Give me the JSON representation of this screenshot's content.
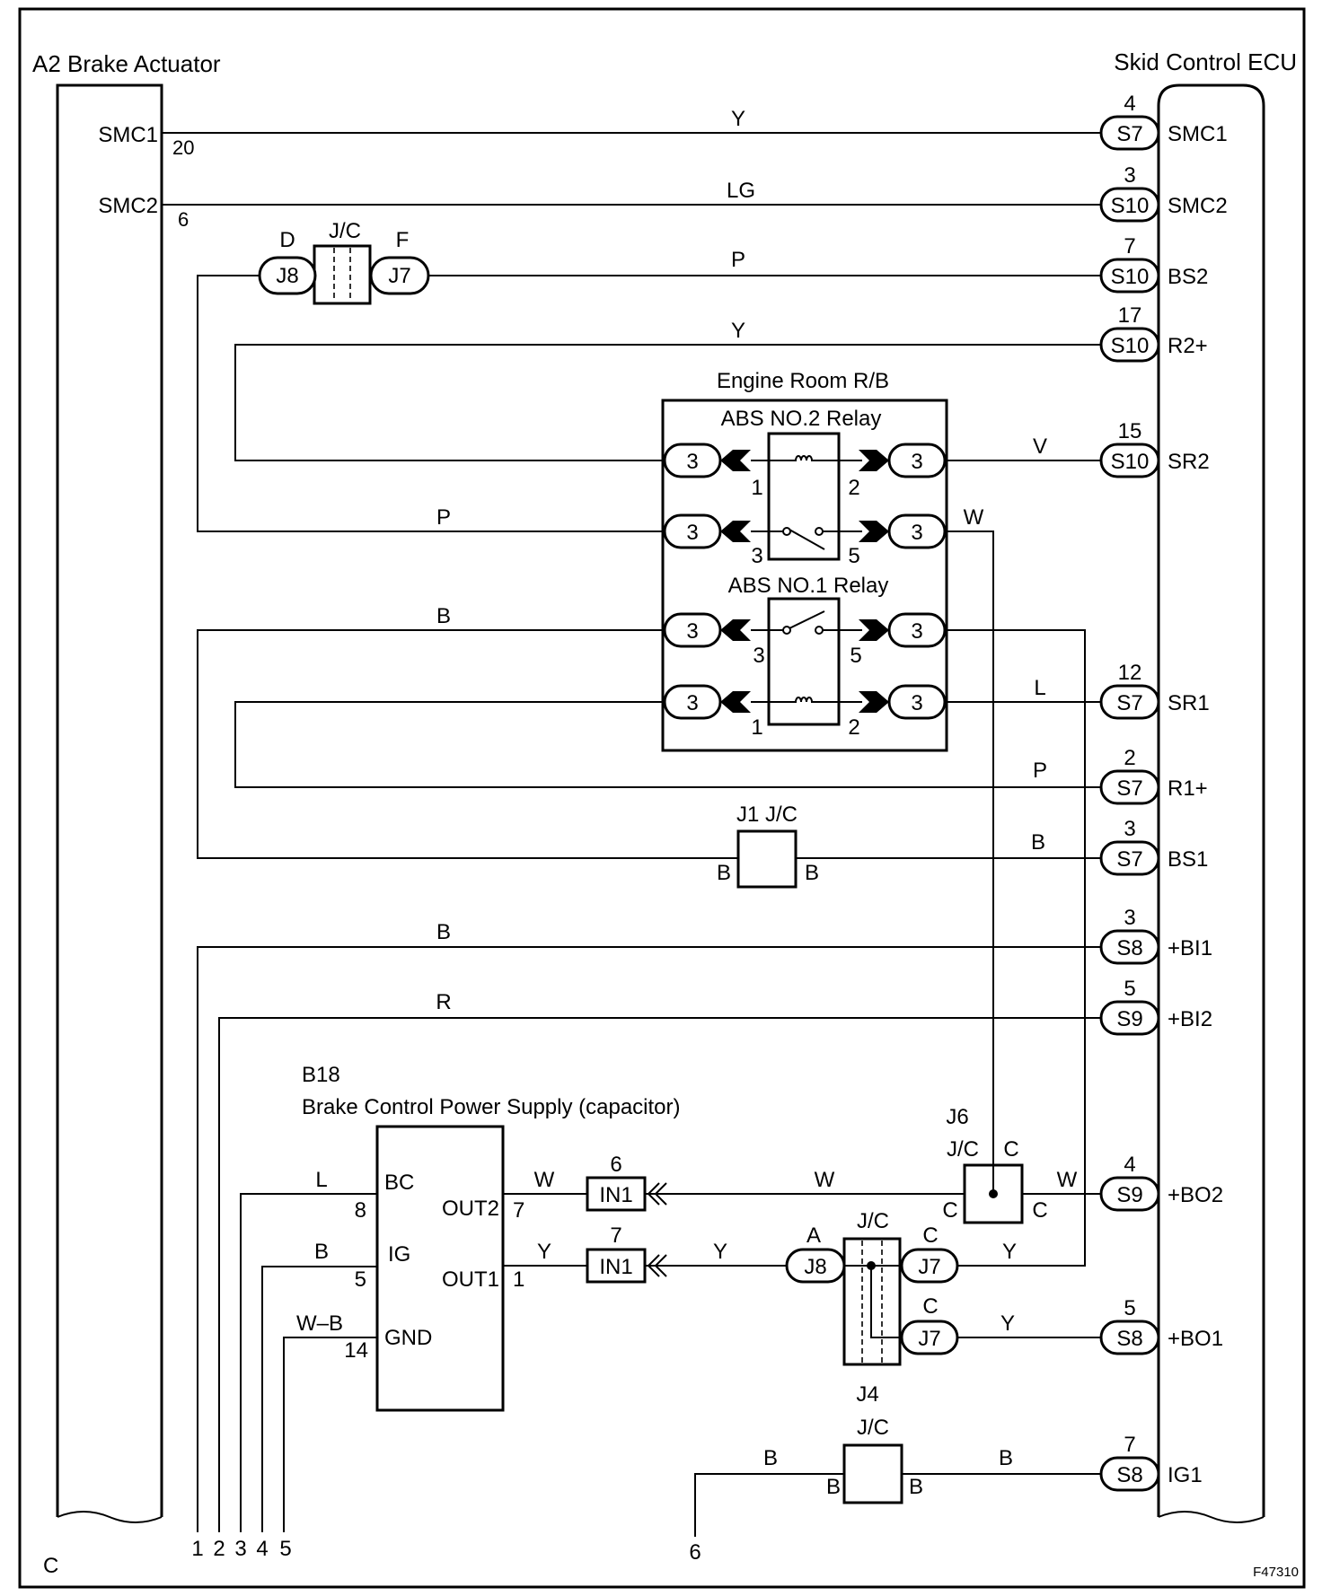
{
  "components": {
    "brake_actuator": {
      "label": "A2 Brake Actuator",
      "pins": [
        {
          "name": "SMC1",
          "num": "20"
        },
        {
          "name": "SMC2",
          "num": "6"
        }
      ],
      "bottom_pins": [
        "1",
        "2",
        "3",
        "4",
        "5"
      ],
      "bottom_letter": "C"
    },
    "skid_ecu": {
      "label": "Skid Control ECU"
    },
    "relay_box": {
      "label": "Engine Room R/B",
      "relay2": "ABS NO.2 Relay",
      "relay1": "ABS NO.1 Relay",
      "conn": "3",
      "relay2_pins": [
        "1",
        "2",
        "3",
        "5"
      ],
      "relay1_pins": [
        "3",
        "5",
        "1",
        "2"
      ]
    },
    "power_supply": {
      "code": "B18",
      "label": "Brake Control Power Supply (capacitor)",
      "terms": [
        {
          "name": "BC",
          "num": "8",
          "wire": "L"
        },
        {
          "name": "IG",
          "num": "5",
          "wire": "B"
        },
        {
          "name": "GND",
          "num": "14",
          "wire": "W–B"
        },
        {
          "name": "OUT2",
          "num": "7",
          "wire": "W"
        },
        {
          "name": "OUT1",
          "num": "1",
          "wire": "Y"
        }
      ]
    },
    "in1_connectors": [
      {
        "num": "6",
        "label": "IN1"
      },
      {
        "num": "7",
        "label": "IN1"
      }
    ],
    "jc_top": {
      "label": "J/C",
      "left_letter": "D",
      "left_conn": "J8",
      "right_letter": "F",
      "right_conn": "J7"
    },
    "j1": {
      "label": "J1 J/C",
      "left": "B",
      "right": "B"
    },
    "j6": {
      "code": "J6",
      "label": "J/C",
      "top": "C",
      "left": "C",
      "right": "C"
    },
    "jc_mid": {
      "label": "J/C",
      "left_letter": "A",
      "left_conn": "J8",
      "r1_letter": "C",
      "r1_conn": "J7",
      "r2_letter": "C",
      "r2_conn": "J7"
    },
    "j4": {
      "code": "J4",
      "label": "J/C",
      "left": "B",
      "right": "B",
      "pin": "6"
    }
  },
  "ecu_pins": [
    {
      "pin": "4",
      "conn": "S7",
      "name": "SMC1"
    },
    {
      "pin": "3",
      "conn": "S10",
      "name": "SMC2"
    },
    {
      "pin": "7",
      "conn": "S10",
      "name": "BS2"
    },
    {
      "pin": "17",
      "conn": "S10",
      "name": "R2+"
    },
    {
      "pin": "15",
      "conn": "S10",
      "name": "SR2"
    },
    {
      "pin": "12",
      "conn": "S7",
      "name": "SR1"
    },
    {
      "pin": "2",
      "conn": "S7",
      "name": "R1+"
    },
    {
      "pin": "3",
      "conn": "S7",
      "name": "BS1"
    },
    {
      "pin": "3",
      "conn": "S8",
      "name": "+BI1"
    },
    {
      "pin": "5",
      "conn": "S9",
      "name": "+BI2"
    },
    {
      "pin": "4",
      "conn": "S9",
      "name": "+BO2"
    },
    {
      "pin": "5",
      "conn": "S8",
      "name": "+BO1"
    },
    {
      "pin": "7",
      "conn": "S8",
      "name": "IG1"
    }
  ],
  "wire_colors": {
    "smc1": "Y",
    "smc2": "LG",
    "bs2": "P",
    "r2": "Y",
    "sr2": "V",
    "relay2_out": "W",
    "relay2_in": "P",
    "relay1_in": "B",
    "sr1": "L",
    "r1": "P",
    "bs1": "B",
    "bi1": "B",
    "bi2": "R",
    "out2_a": "W",
    "out2_b": "W",
    "out2_c": "W",
    "out1_a": "Y",
    "out1_b": "Y",
    "out1_c": "Y",
    "bo1": "Y",
    "ig1_a": "B",
    "ig1_b": "B"
  },
  "figure_code": "F47310"
}
